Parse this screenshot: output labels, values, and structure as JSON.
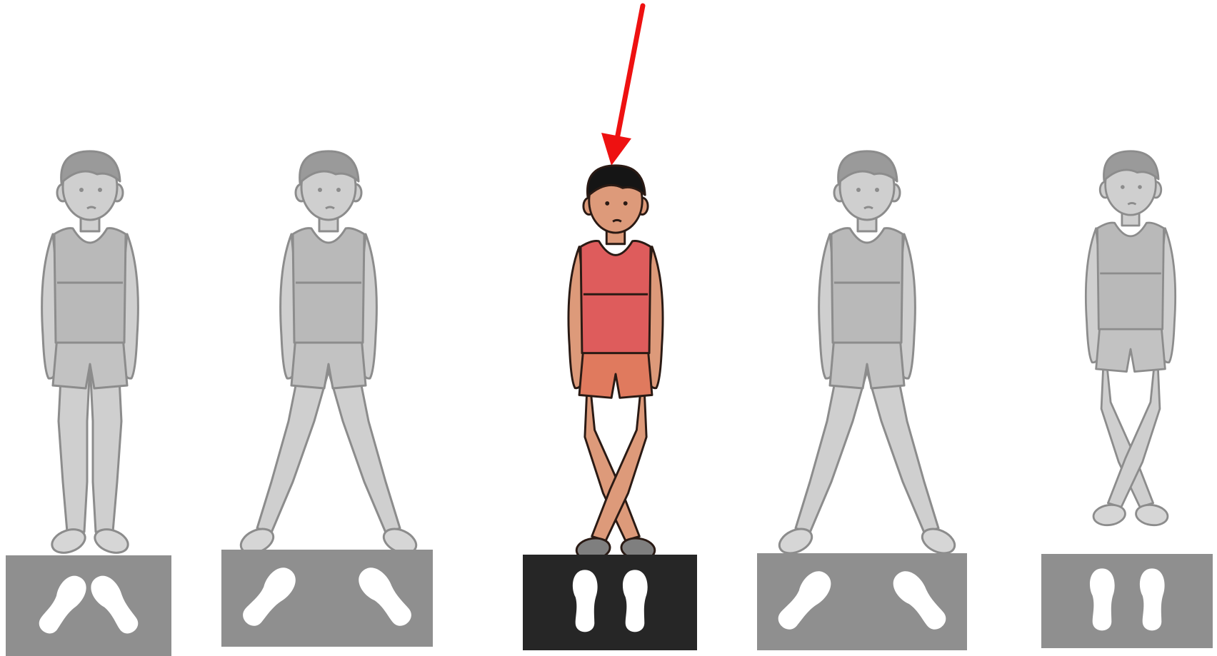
{
  "figures": [
    {
      "pose": "heels-together-toes-out",
      "highlighted": false
    },
    {
      "pose": "legs-apart",
      "highlighted": false
    },
    {
      "pose": "legs-crossed",
      "highlighted": true
    },
    {
      "pose": "legs-apart",
      "highlighted": false
    },
    {
      "pose": "legs-crossed",
      "highlighted": false
    }
  ],
  "footprints": [
    {
      "style": "v-shape",
      "highlighted": false
    },
    {
      "style": "wide",
      "highlighted": false
    },
    {
      "style": "parallel",
      "highlighted": true
    },
    {
      "style": "wide",
      "highlighted": false
    },
    {
      "style": "parallel",
      "highlighted": false
    }
  ],
  "pointer": {
    "icon": "arrow-down-icon",
    "target": "figure-3"
  },
  "colors": {
    "background": "#ffffff",
    "faded_fill": "#cfcfcf",
    "faded_stroke": "#8c8c8c",
    "faded_panel": "#8f8f8f",
    "active_skin": "#dd9a7a",
    "active_shirt": "#de5c5c",
    "active_hair": "#151515",
    "active_shoe": "#7f7f7f",
    "active_panel": "#262626",
    "footprint": "#ffffff",
    "arrow": "#ee1111"
  }
}
